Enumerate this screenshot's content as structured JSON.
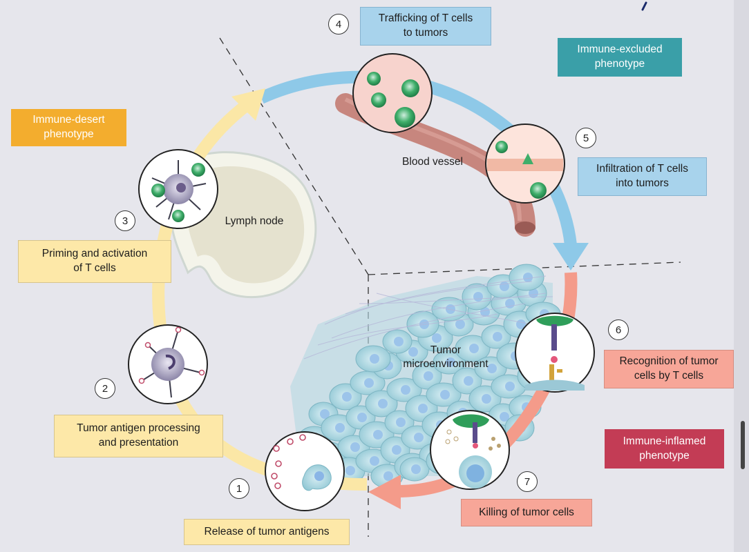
{
  "colors": {
    "background": "#e6e6ec",
    "cycle_yellow": "#fbe7a6",
    "cycle_blue": "#8ec9e8",
    "cycle_salmon": "#f49b8a",
    "vessel": "#c7867e",
    "desert": "#f3ad2e",
    "excluded": "#3a9fa8",
    "inflamed": "#c33c55"
  },
  "labels": {
    "lymph_node": "Lymph node",
    "blood_vessel": "Blood vessel",
    "tumor_microenvironment": "Tumor\nmicroenvironment"
  },
  "phenotypes": {
    "desert": "Immune-desert\nphenotype",
    "excluded": "Immune-excluded\nphenotype",
    "inflamed": "Immune-inflamed\nphenotype"
  },
  "steps": [
    {
      "number": "1",
      "label": "Release of tumor antigens"
    },
    {
      "number": "2",
      "label": "Tumor antigen processing\nand presentation"
    },
    {
      "number": "3",
      "label": "Priming and activation\nof T cells"
    },
    {
      "number": "4",
      "label": "Trafficking of T cells\nto tumors"
    },
    {
      "number": "5",
      "label": "Infiltration of T cells\ninto tumors"
    },
    {
      "number": "6",
      "label": "Recognition of tumor\ncells by T cells"
    },
    {
      "number": "7",
      "label": "Killing of tumor cells"
    }
  ]
}
